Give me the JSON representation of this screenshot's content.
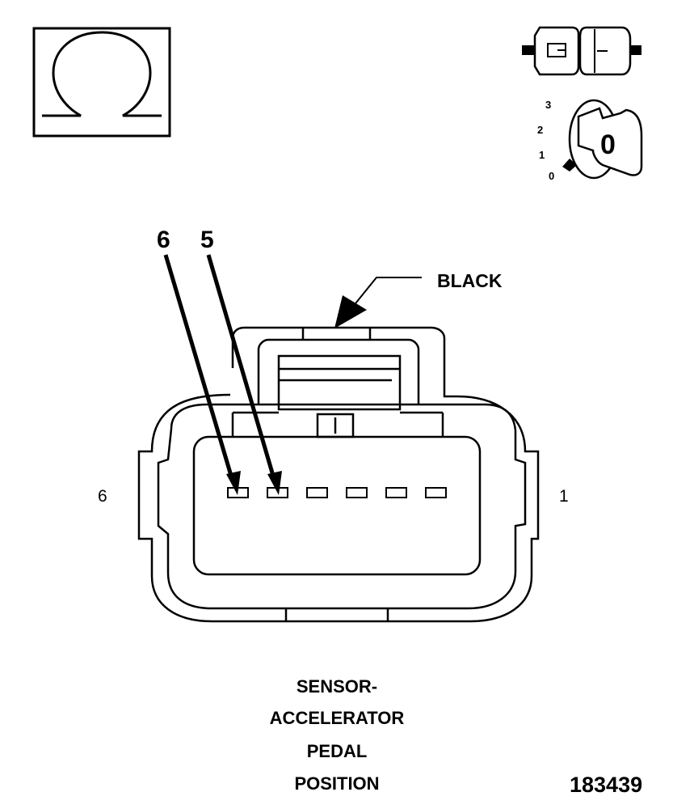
{
  "connector": {
    "color_label": "BLACK",
    "left_end_label": "6",
    "right_end_label": "1",
    "callouts": [
      "6",
      "5"
    ]
  },
  "title_lines": [
    "SENSOR-",
    "ACCELERATOR",
    "PEDAL",
    "POSITION"
  ],
  "figure_number": "183439",
  "icons": {
    "ohm": "ohm-icon",
    "disconnect": "connector-disconnected-icon",
    "ignition": "ignition-key-off-icon"
  },
  "ignition": {
    "positions": [
      "3",
      "2",
      "1",
      "0"
    ],
    "key_label": "0"
  }
}
